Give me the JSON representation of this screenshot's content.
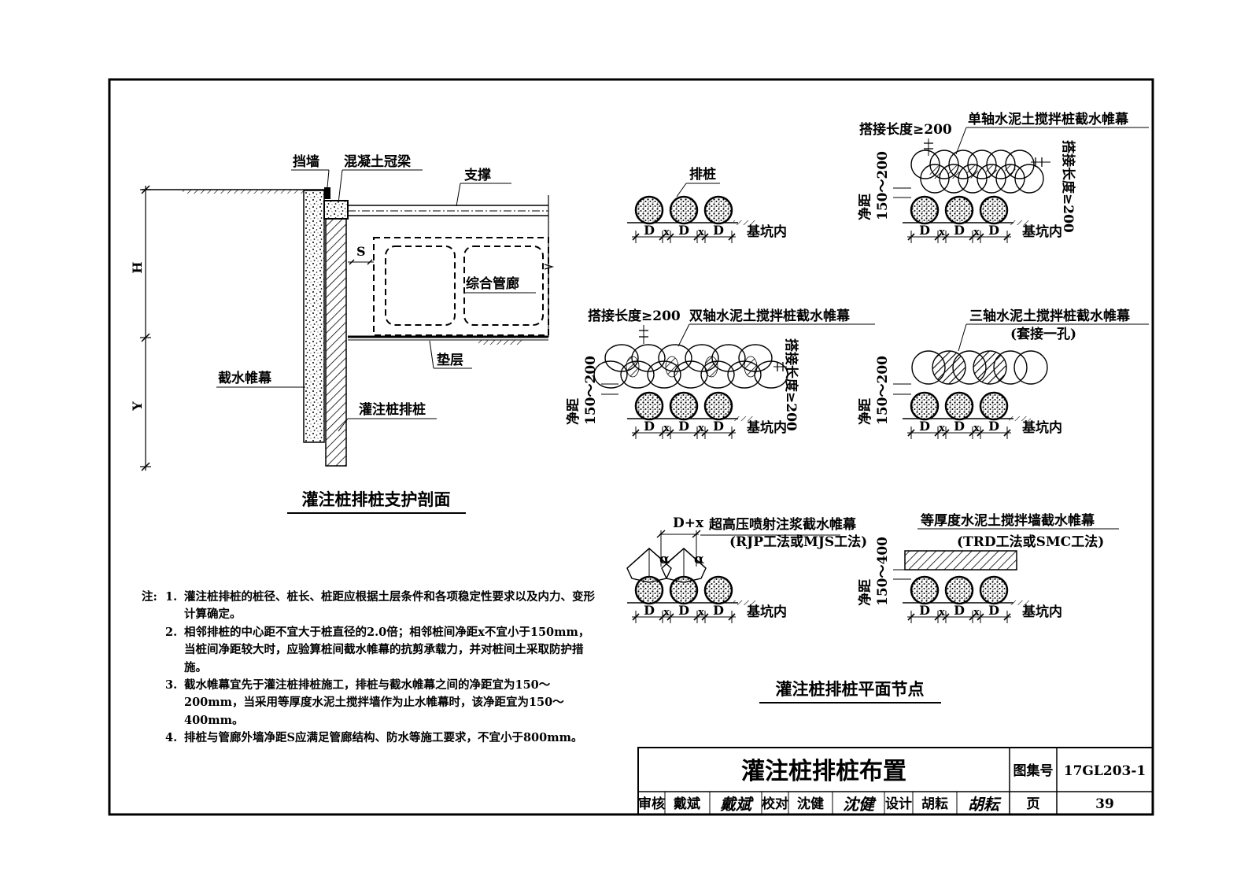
{
  "section": {
    "title": "灌注桩排桩支护剖面",
    "labels": {
      "retaining_wall": "挡墙",
      "crown_beam": "混凝土冠梁",
      "strut": "支撑",
      "gap_s": "S",
      "utility_tunnel": "综合管廊",
      "cushion": "垫层",
      "water_curtain": "截水帷幕",
      "bored_pile_row": "灌注桩排桩",
      "dim_h": "H",
      "dim_y": "Y"
    }
  },
  "plan": {
    "title": "灌注桩排桩平面节点",
    "common": {
      "pile_label": "排桩",
      "pit_inside": "基坑内",
      "d": "D",
      "x": "x"
    },
    "single_axis": {
      "title": "单轴水泥土搅拌桩截水帷幕",
      "overlap": "搭接长度≥200",
      "overlap_v": "搭接长度≥200",
      "clear": "净距",
      "clear_range": "150～200"
    },
    "double_axis": {
      "title": "双轴水泥土搅拌桩截水帷幕",
      "overlap": "搭接长度≥200",
      "overlap_v": "搭接长度≥200",
      "clear": "净距",
      "clear_range": "150～200"
    },
    "triple_axis": {
      "title": "三轴水泥土搅拌桩截水帷幕",
      "subtitle": "(套接一孔)",
      "clear": "净距",
      "clear_range": "150～200"
    },
    "jet_grout": {
      "title": "超高压喷射注浆截水帷幕",
      "subtitle": "(RJP工法或MJS工法)",
      "spacing": "D+x",
      "alpha": "α"
    },
    "trd": {
      "title": "等厚度水泥土搅拌墙截水帷幕",
      "subtitle": "(TRD工法或SMC工法)",
      "clear": "净距",
      "clear_range": "150～400"
    }
  },
  "notes": {
    "prefix": "注:",
    "items": [
      {
        "n": "1.",
        "text": "灌注桩排桩的桩径、桩长、桩距应根据土层条件和各项稳定性要求以及内力、变形计算确定。"
      },
      {
        "n": "2.",
        "text": "相邻排桩的中心距不宜大于桩直径的2.0倍；相邻桩间净距x不宜小于150mm，当桩间净距较大时，应验算桩间截水帷幕的抗剪承载力，并对桩间土采取防护措施。"
      },
      {
        "n": "3.",
        "text": "截水帷幕宜先于灌注桩排桩施工，排桩与截水帷幕之间的净距宜为150～200mm，当采用等厚度水泥土搅拌墙作为止水帷幕时，该净距宜为150～400mm。"
      },
      {
        "n": "4.",
        "text": "排桩与管廊外墙净距S应满足管廊结构、防水等施工要求，不宜小于800mm。"
      }
    ]
  },
  "title_block": {
    "drawing_title": "灌注桩排桩布置",
    "atlas_label": "图集号",
    "atlas_no": "17GL203-1",
    "review_label": "审核",
    "reviewer": "戴斌",
    "reviewer_sign": "戴斌",
    "check_label": "校对",
    "checker": "沈健",
    "checker_sign": "沈健",
    "design_label": "设计",
    "designer": "胡耘",
    "designer_sign": "胡耘",
    "page_label": "页",
    "page_no": "39"
  }
}
